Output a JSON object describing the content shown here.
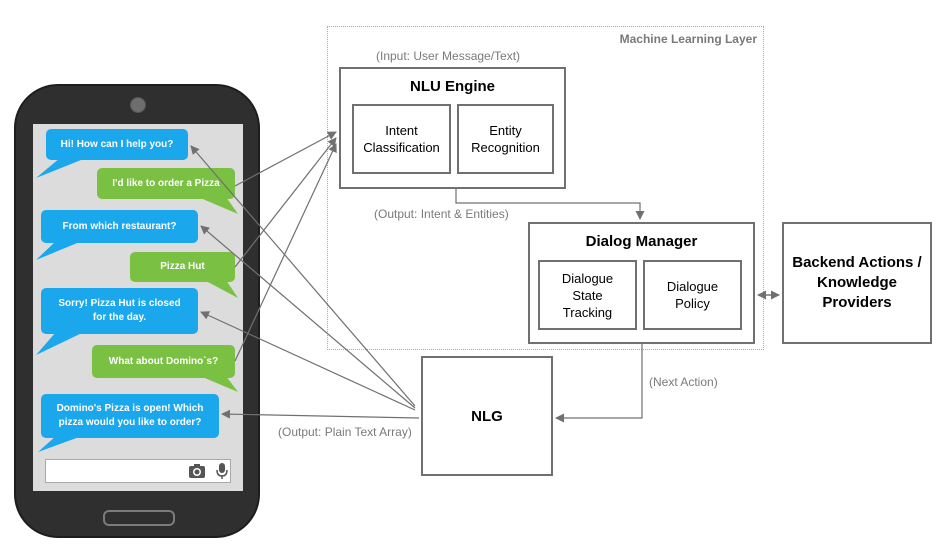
{
  "ml_layer": {
    "label": "Machine Learning Layer"
  },
  "nlu": {
    "input_label": "(Input: User Message/Text)",
    "title": "NLU Engine",
    "intent": "Intent\nClassification",
    "entity": "Entity\nRecognition",
    "output_label": "(Output: Intent & Entities)"
  },
  "dialog_manager": {
    "title": "Dialog Manager",
    "tracking": "Dialogue\nState\nTracking",
    "policy": "Dialogue\nPolicy"
  },
  "backend": {
    "label": "Backend Actions /\nKnowledge\nProviders"
  },
  "nlg": {
    "label": "NLG",
    "output_label": "(Output: Plain Text Array)"
  },
  "next_action_label": "(Next Action)",
  "chat": {
    "bot_color": "#1aa7ec",
    "user_color": "#7ac143",
    "messages": [
      {
        "sender": "bot",
        "text": "Hi! How can I help you?"
      },
      {
        "sender": "user",
        "text": "I'd like to order a Pizza"
      },
      {
        "sender": "bot",
        "text": "From which restaurant?"
      },
      {
        "sender": "user",
        "text": "Pizza Hut"
      },
      {
        "sender": "bot",
        "text": "Sorry! Pizza Hut is closed\nfor the day."
      },
      {
        "sender": "user",
        "text": "What about Domino`s?"
      },
      {
        "sender": "bot",
        "text": "Domino's Pizza is open! Which\npizza would you like to order?"
      }
    ]
  }
}
